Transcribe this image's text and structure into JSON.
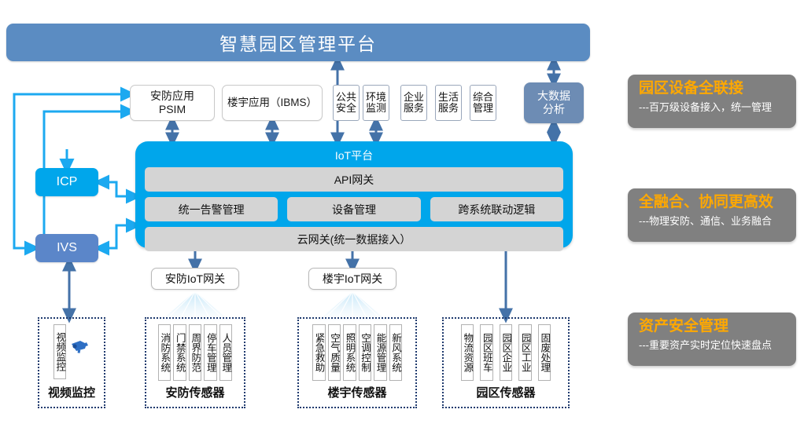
{
  "header": {
    "title": "智慧园区管理平台"
  },
  "applications": {
    "psim": "安防应用\nPSIM",
    "psim_line1": "安防应用",
    "psim_line2": "PSIM",
    "ibms": "楼宇应用（IBMS）",
    "mini": [
      {
        "line1": "公共",
        "line2": "安全"
      },
      {
        "line1": "环境",
        "line2": "监测"
      },
      {
        "line1": "企业",
        "line2": "服务"
      },
      {
        "line1": "生活",
        "line2": "服务"
      },
      {
        "line1": "综合",
        "line2": "管理"
      }
    ],
    "bigdata_line1": "大数据",
    "bigdata_line2": "分析"
  },
  "left_nodes": {
    "icp": "ICP",
    "ivs": "IVS"
  },
  "iot_platform": {
    "title": "IoT平台",
    "api_gateway": "API网关",
    "middle": [
      "统一告警管理",
      "设备管理",
      "跨系统联动逻辑"
    ],
    "cloud_gateway": "云网关(统一数据接入）"
  },
  "gateways": {
    "security": "安防IoT网关",
    "building": "楼宇IoT网关"
  },
  "sensor_groups": [
    {
      "id": "video",
      "title": "视频监控",
      "items": [
        "视频监控"
      ],
      "icon": "camera-icon"
    },
    {
      "id": "security",
      "title": "安防传感器",
      "items": [
        "消防系统",
        "门禁系统",
        "周界防范",
        "停车管理",
        "人员管理"
      ]
    },
    {
      "id": "building",
      "title": "楼宇传感器",
      "items": [
        "紧急救助",
        "空气质量",
        "照明系统",
        "空调控制",
        "能源管理",
        "新风系统"
      ]
    },
    {
      "id": "park",
      "title": "园区传感器",
      "items": [
        "物流资源",
        "园区班车",
        "园区企业",
        "园区工业",
        "固废处理"
      ]
    }
  ],
  "benefits": [
    {
      "title": "园区设备全联接",
      "subtitle": "---百万级设备接入，统一管理"
    },
    {
      "title": "全融合、协同更高效",
      "subtitle": "---物理安防、通信、业务融合"
    },
    {
      "title": "资产安全管理",
      "subtitle": "---重要资产实时定位快速盘点"
    }
  ],
  "colors": {
    "header_blue": "#5B8CC2",
    "iot_cyan": "#00A6EB",
    "icp_cyan": "#00A6EB",
    "ivs_blue": "#5B86C9",
    "bigdata_blue": "#6D8CB4",
    "gray_box": "#D4D4D4",
    "benefit_gray": "#808080",
    "benefit_orange": "#FFA800",
    "arrow_slate": "#4472A8",
    "arrow_cyan": "#1CA9F0",
    "dotted_navy": "#1F3A6E"
  }
}
